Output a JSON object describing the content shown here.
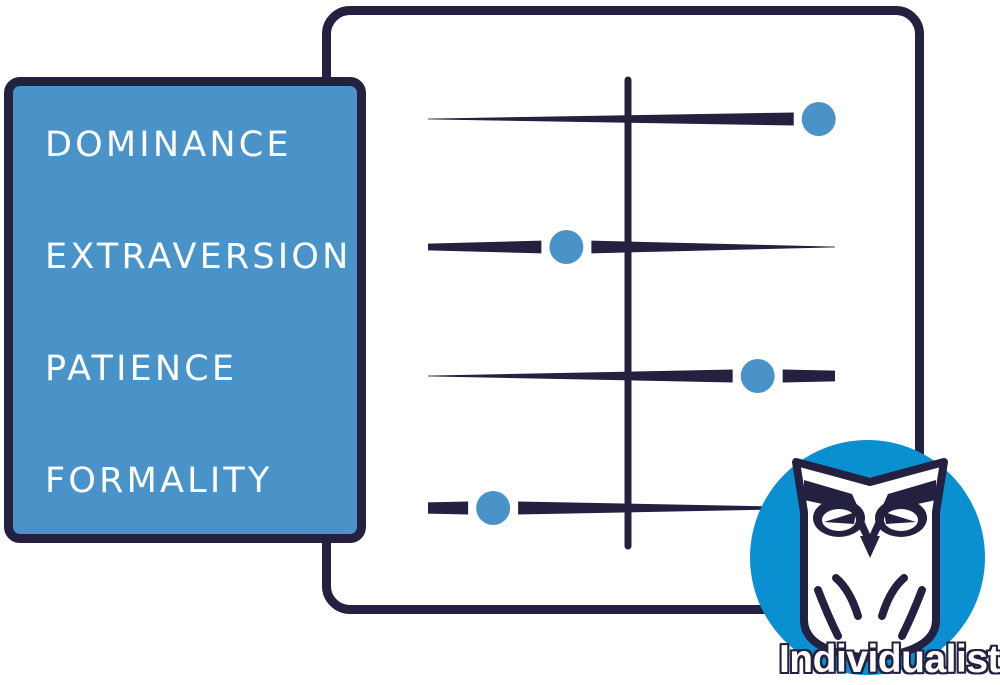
{
  "traits": [
    {
      "label": "DOMINANCE",
      "score": 0.96
    },
    {
      "label": "EXTRAVERSION",
      "score": 0.34
    },
    {
      "label": "PATIENCE",
      "score": 0.81
    },
    {
      "label": "FORMALITY",
      "score": 0.16
    }
  ],
  "brand": {
    "name": "Individualist",
    "logo": "owl-icon"
  },
  "colors": {
    "navy": "#24203f",
    "accent": "#4a93c8",
    "badge": "#0a8fd0",
    "background": "#ffffff"
  }
}
